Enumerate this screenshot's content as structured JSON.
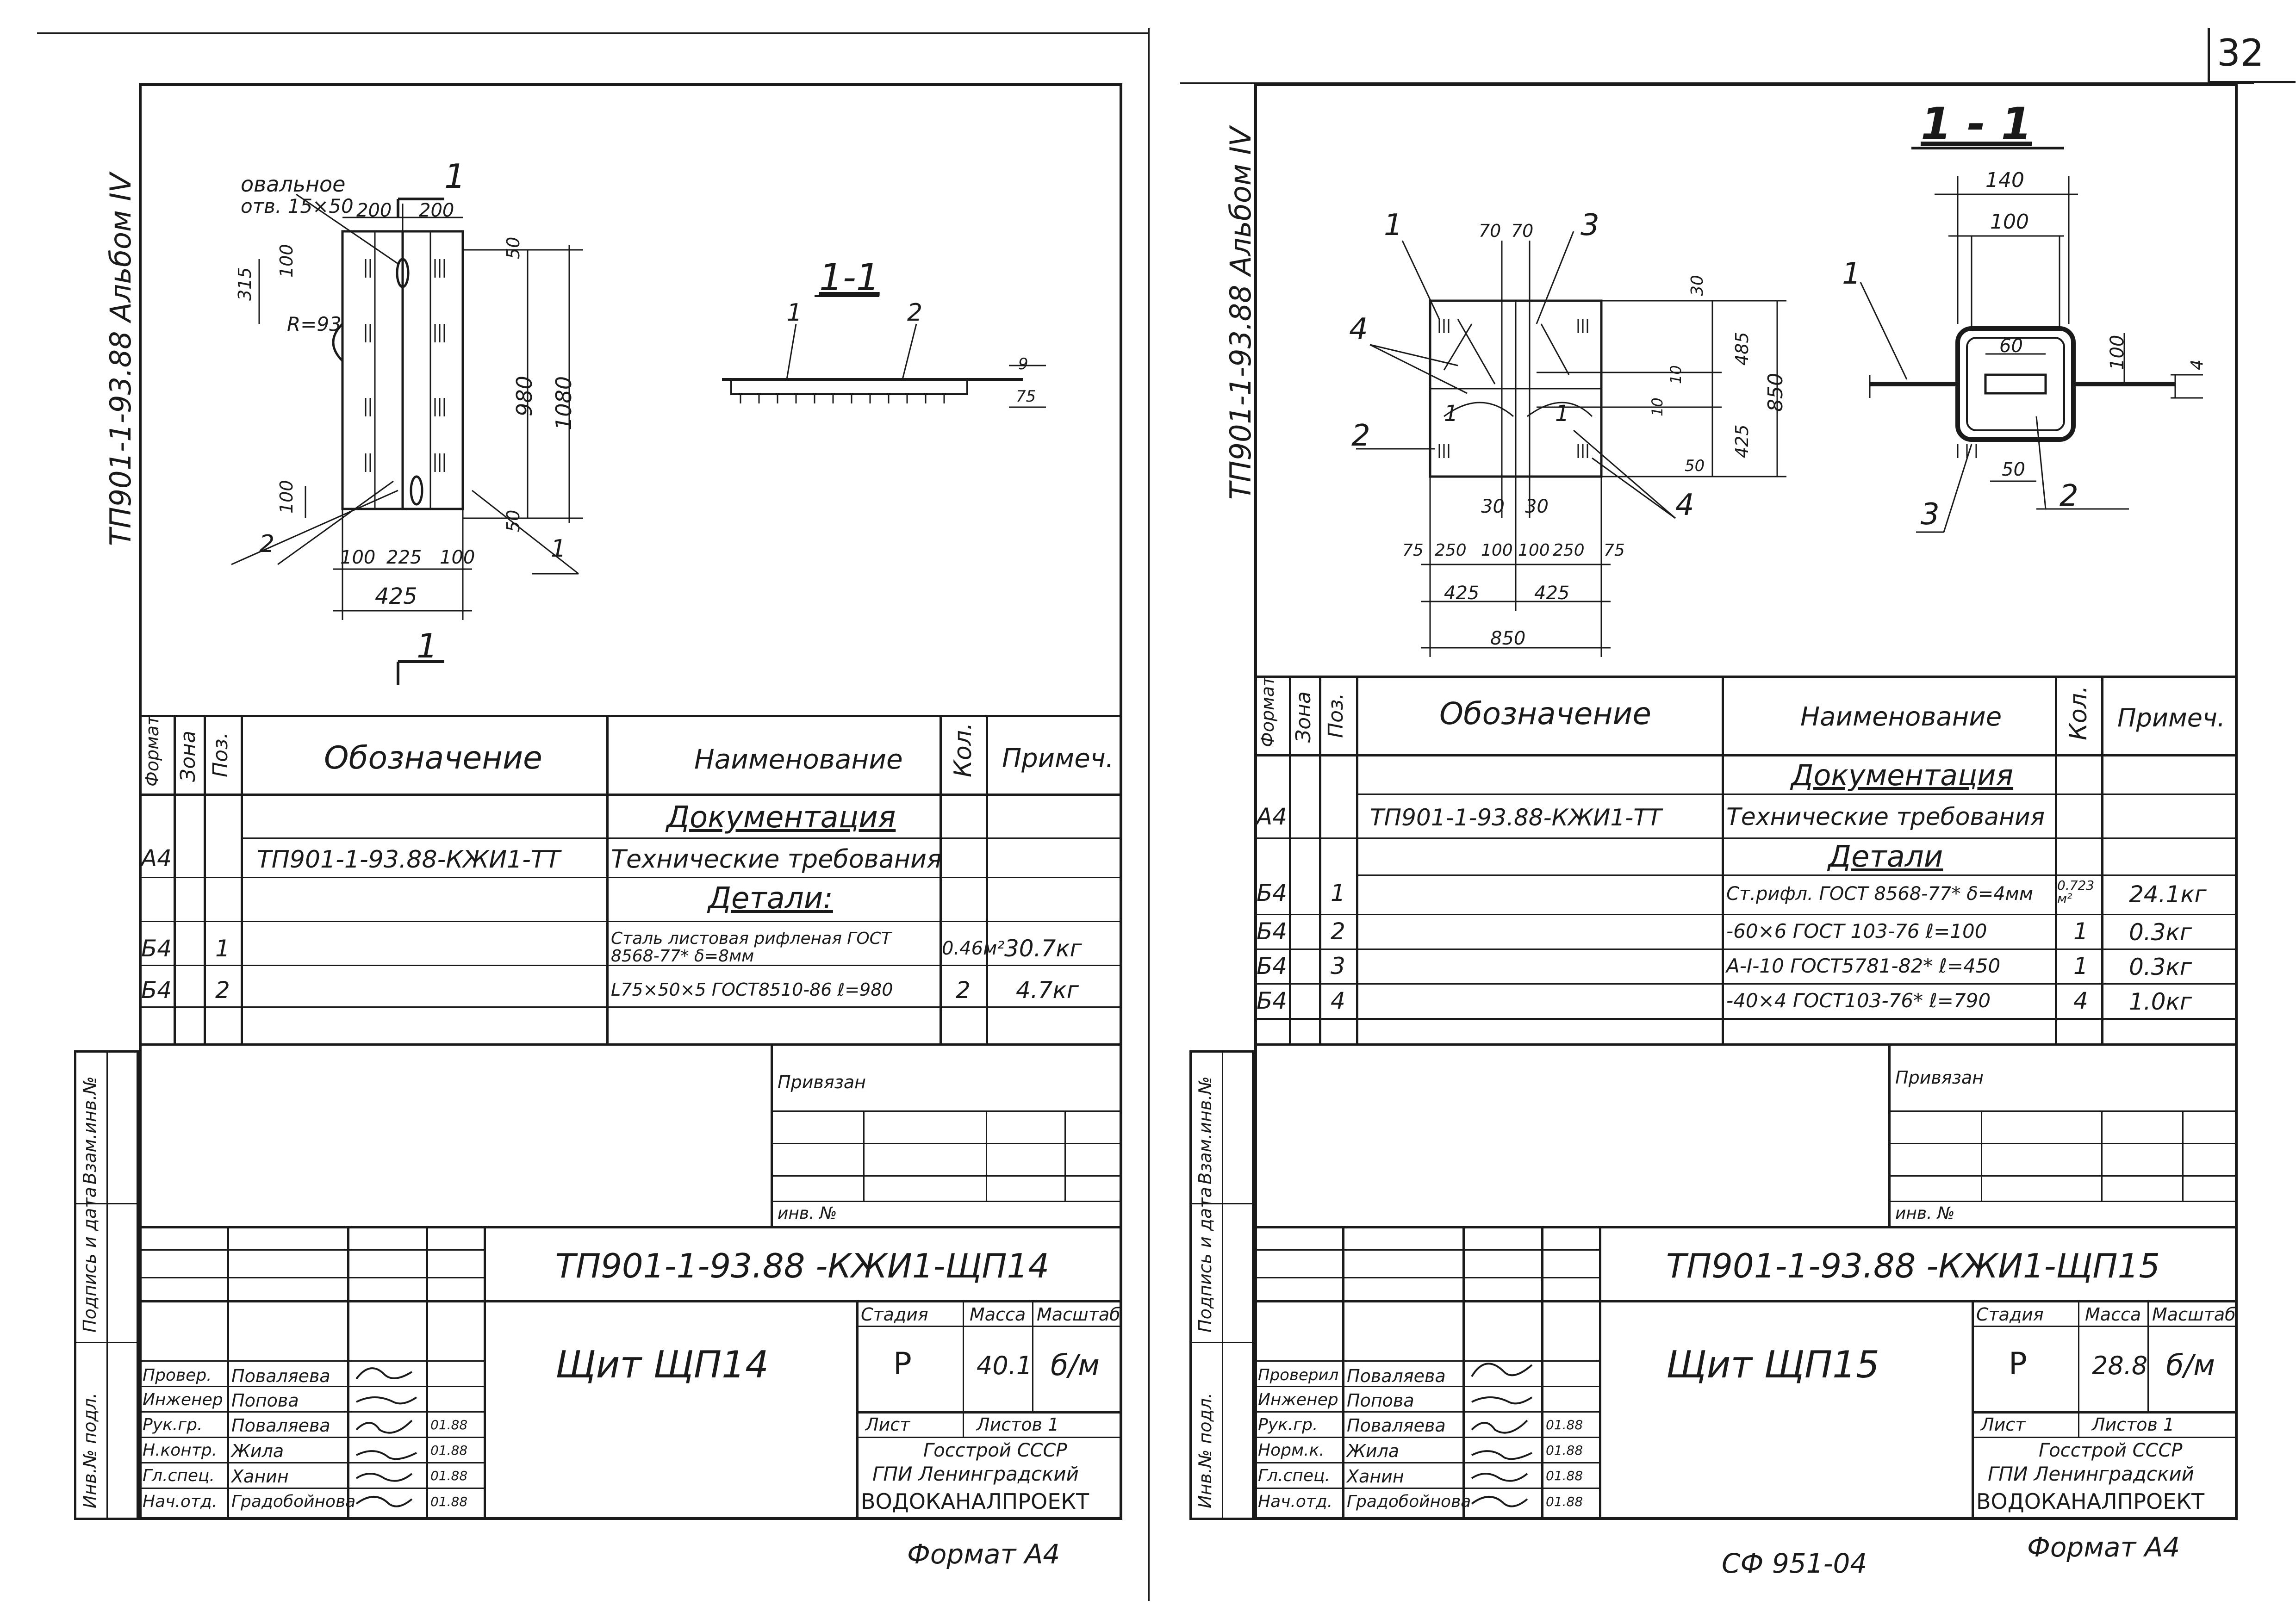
{
  "page_number": "32",
  "sheet_code": "СФ 951-04",
  "left": {
    "album_label": "ТП901-1-93.88 Альбом IV",
    "oval_hole_label_1": "овальное",
    "oval_hole_label_2": "отв. 15×50",
    "radius_label": "R=93",
    "section_label": "1-1",
    "section_mark": "1",
    "drawing_dims": [
      "200",
      "200",
      "50",
      "100",
      "315",
      "980",
      "1080",
      "100",
      "50",
      "100",
      "225",
      "100",
      "425",
      "9",
      "75"
    ],
    "drawing_callouts": [
      "1",
      "2",
      "2",
      "1"
    ],
    "table": {
      "headers": [
        "Формат",
        "Зона",
        "Поз.",
        "Обозначение",
        "Наименование",
        "Кол.",
        "Примеч."
      ],
      "section_doc": "Документация",
      "section_parts": "Детали:",
      "rows": [
        {
          "format": "А4",
          "zone": "",
          "pos": "",
          "designation": "ТП901-1-93.88-КЖИ1-ТТ",
          "name": "Технические требования",
          "qty": "",
          "note": ""
        },
        {
          "format": "Б4",
          "zone": "",
          "pos": "1",
          "designation": "",
          "name": "Сталь листовая рифленая ГОСТ 8568-77* δ=8мм",
          "qty": "0.46м²",
          "note": "30.7кг"
        },
        {
          "format": "Б4",
          "zone": "",
          "pos": "2",
          "designation": "",
          "name": "L75×50×5 ГОСТ8510-86 ℓ=980",
          "qty": "2",
          "note": "4.7кг"
        }
      ]
    },
    "privyazan": "Привязан",
    "inv_no": "инв. №",
    "side_labels": [
      "Взам.инв.№",
      "Подпись и дата",
      "Инв.№ подл."
    ],
    "doc_code": "ТП901-1-93.88 -КЖИ1-ЩП14",
    "item_title": "Щит ЩП14",
    "stage_header": "Стадия",
    "mass_header": "Масса",
    "scale_header": "Масштаб",
    "stage": "Р",
    "mass": "40.1",
    "scale": "б/м",
    "sheet_label": "Лист",
    "sheets_label": "Листов 1",
    "org_1": "Госстрой СССР",
    "org_2": "ГПИ Ленинградский",
    "org_3": "ВОДОКАНАЛПРОЕКТ",
    "signers": [
      {
        "role": "Провер.",
        "name": "Поваляева",
        "date": ""
      },
      {
        "role": "Инженер",
        "name": "Попова",
        "date": ""
      },
      {
        "role": "Рук.гр.",
        "name": "Поваляева",
        "date": "01.88"
      },
      {
        "role": "Н.контр.",
        "name": "Жила",
        "date": "01.88"
      },
      {
        "role": "Гл.спец.",
        "name": "Ханин",
        "date": "01.88"
      },
      {
        "role": "Нач.отд.",
        "name": "Градобойнова",
        "date": "01.88"
      }
    ],
    "format_label": "Формат А4"
  },
  "right": {
    "album_label": "ТП901-1-93.88 Альбом IV",
    "section_label": "1 - 1",
    "drawing_dims": [
      "70",
      "70",
      "30",
      "485",
      "850",
      "10",
      "10",
      "425",
      "50",
      "30",
      "30",
      "75",
      "250",
      "100",
      "100",
      "250",
      "75",
      "425",
      "425",
      "850",
      "140",
      "100",
      "60",
      "100",
      "4",
      "50"
    ],
    "drawing_callouts": [
      "1",
      "3",
      "4",
      "2",
      "1",
      "1",
      "4",
      "1",
      "3",
      "2"
    ],
    "table": {
      "headers": [
        "Формат",
        "Зона",
        "Поз.",
        "Обозначение",
        "Наименование",
        "Кол.",
        "Примеч."
      ],
      "section_doc": "Документация",
      "section_parts": "Детали",
      "rows": [
        {
          "format": "А4",
          "zone": "",
          "pos": "",
          "designation": "ТП901-1-93.88-КЖИ1-ТТ",
          "name": "Технические требования",
          "qty": "",
          "note": ""
        },
        {
          "format": "Б4",
          "zone": "",
          "pos": "1",
          "designation": "",
          "name": "Ст.рифл. ГОСТ 8568-77* δ=4мм",
          "qty": "0.723 м²",
          "note": "24.1кг"
        },
        {
          "format": "Б4",
          "zone": "",
          "pos": "2",
          "designation": "",
          "name": "-60×6 ГОСТ 103-76 ℓ=100",
          "qty": "1",
          "note": "0.3кг"
        },
        {
          "format": "Б4",
          "zone": "",
          "pos": "3",
          "designation": "",
          "name": "А-I-10 ГОСТ5781-82* ℓ=450",
          "qty": "1",
          "note": "0.3кг"
        },
        {
          "format": "Б4",
          "zone": "",
          "pos": "4",
          "designation": "",
          "name": "-40×4 ГОСТ103-76* ℓ=790",
          "qty": "4",
          "note": "1.0кг"
        }
      ]
    },
    "privyazan": "Привязан",
    "inv_no": "инв. №",
    "side_labels": [
      "Взам.инв.№",
      "Подпись и дата",
      "Инв.№ подл."
    ],
    "doc_code": "ТП901-1-93.88 -КЖИ1-ЩП15",
    "item_title": "Щит ЩП15",
    "stage_header": "Стадия",
    "mass_header": "Масса",
    "scale_header": "Масштаб",
    "stage": "Р",
    "mass": "28.8",
    "scale": "б/м",
    "sheet_label": "Лист",
    "sheets_label": "Листов 1",
    "org_1": "Госстрой СССР",
    "org_2": "ГПИ Ленинградский",
    "org_3": "ВОДОКАНАЛПРОЕКТ",
    "signers": [
      {
        "role": "Проверил",
        "name": "Поваляева",
        "date": ""
      },
      {
        "role": "Инженер",
        "name": "Попова",
        "date": ""
      },
      {
        "role": "Рук.гр.",
        "name": "Поваляева",
        "date": "01.88"
      },
      {
        "role": "Норм.к.",
        "name": "Жила",
        "date": "01.88"
      },
      {
        "role": "Гл.спец.",
        "name": "Ханин",
        "date": "01.88"
      },
      {
        "role": "Нач.отд.",
        "name": "Градобойнова",
        "date": "01.88"
      }
    ],
    "format_label": "Формат А4"
  }
}
